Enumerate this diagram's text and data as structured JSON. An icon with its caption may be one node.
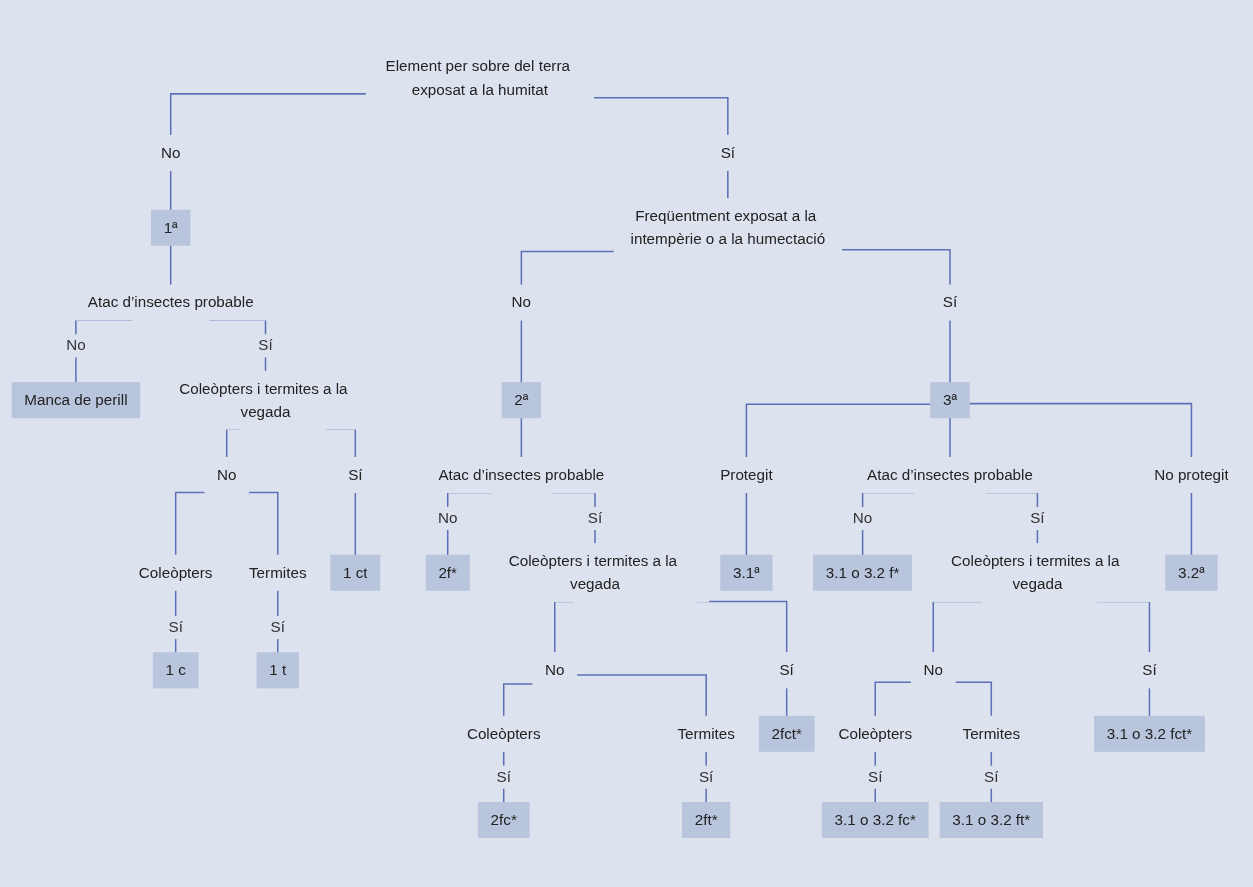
{
  "diagram": {
    "nodes": [
      {
        "text": [
          "Element per sobre del terra exposat a la humitat"
        ]
      },
      {
        "text": [
          "No"
        ]
      },
      {
        "text": [
          "Sí"
        ]
      },
      {
        "text": [
          "Freqüentment exposat a la intempèrie o a la humectació"
        ]
      },
      {
        "text": [
          "No"
        ]
      },
      {
        "text": [
          "Sí"
        ]
      },
      {
        "text": [
          "1ª"
        ]
      },
      {
        "text": [
          "2ª"
        ]
      },
      {
        "text": [
          "3ª"
        ]
      },
      {
        "text": [
          "Protegit"
        ]
      },
      {
        "text": [
          "No protegit"
        ]
      },
      {
        "text": [
          "3.1ª"
        ]
      },
      {
        "text": [
          "3.2ª"
        ]
      },
      {
        "text": [
          "Atac d’insectes probable"
        ]
      },
      {
        "text": [
          "Coleòpters i termites a la vegada"
        ]
      },
      {
        "text": [
          "No"
        ]
      },
      {
        "text": [
          "Sí"
        ]
      },
      {
        "text": [
          "Coleòpters"
        ]
      },
      {
        "text": [
          "Termites"
        ]
      },
      {
        "text": [
          "Atac d’insectes probable"
        ]
      },
      {
        "text": [
          "Coleòpters i termites a la vegada"
        ]
      },
      {
        "text": [
          "No"
        ]
      },
      {
        "text": [
          "Sí"
        ]
      },
      {
        "text": [
          "Coleòpters"
        ]
      },
      {
        "text": [
          "Termites"
        ]
      },
      {
        "text": [
          "Atac d’insectes probable"
        ]
      },
      {
        "text": [
          "Coleòpters i termites a la vegada"
        ]
      },
      {
        "text": [
          "No"
        ]
      },
      {
        "text": [
          "Sí"
        ]
      },
      {
        "text": [
          "Coleòpters"
        ]
      },
      {
        "text": [
          "Termites"
        ]
      },
      {
        "text": [
          "Manca de perill"
        ]
      },
      {
        "text": [
          "1 c"
        ]
      },
      {
        "text": [
          "1 t"
        ]
      },
      {
        "text": [
          "1 ct"
        ]
      },
      {
        "text": [
          "2f*"
        ]
      },
      {
        "text": [
          "2fc*"
        ]
      },
      {
        "text": [
          "2ft*"
        ]
      },
      {
        "text": [
          "2fct*"
        ]
      },
      {
        "text": [
          "3.1 o 3.2 f*"
        ]
      },
      {
        "text": [
          "3.1 o 3.2 fc*"
        ]
      },
      {
        "text": [
          "3.1 o 3.2 ft*"
        ]
      },
      {
        "text": [
          "3.1 o 3.2 fct*"
        ]
      }
    ],
    "edges": [
      {
        "from": 0,
        "to": 1,
        "arrow": "none"
      },
      {
        "from": 0,
        "to": 2,
        "arrow": "none"
      },
      {
        "from": 2,
        "to": 3,
        "arrow": "none"
      },
      {
        "from": 3,
        "to": 4,
        "arrow": "none"
      },
      {
        "from": 3,
        "to": 5,
        "arrow": "none"
      },
      {
        "from": 1,
        "to": 6,
        "arrow": "none"
      },
      {
        "from": 4,
        "to": 7,
        "arrow": "none"
      },
      {
        "from": 5,
        "to": 8,
        "arrow": "none"
      },
      {
        "from": 6,
        "to": 13,
        "arrow": "none"
      },
      {
        "from": 7,
        "to": 19,
        "arrow": "none"
      },
      {
        "from": 8,
        "to": 9,
        "arrow": "none"
      },
      {
        "from": 8,
        "to": 25,
        "arrow": "none"
      },
      {
        "from": 8,
        "to": 10,
        "arrow": "none"
      },
      {
        "from": 9,
        "to": 11,
        "arrow": "none"
      },
      {
        "from": 10,
        "to": 12,
        "arrow": "none"
      },
      {
        "from": 13,
        "to": 31,
        "label": "No",
        "arrow": "none"
      },
      {
        "from": 13,
        "to": 14,
        "label": "Sí",
        "arrow": "none"
      },
      {
        "from": 14,
        "to": 15,
        "arrow": "none"
      },
      {
        "from": 14,
        "to": 16,
        "arrow": "none"
      },
      {
        "from": 15,
        "to": 17,
        "arrow": "none"
      },
      {
        "from": 15,
        "to": 18,
        "arrow": "none"
      },
      {
        "from": 17,
        "to": 32,
        "label": "Sí",
        "arrow": "none"
      },
      {
        "from": 18,
        "to": 33,
        "label": "Sí",
        "arrow": "none"
      },
      {
        "from": 16,
        "to": 34,
        "arrow": "none"
      },
      {
        "from": 19,
        "to": 35,
        "label": "No",
        "arrow": "none"
      },
      {
        "from": 19,
        "to": 20,
        "label": "Sí",
        "arrow": "none"
      },
      {
        "from": 20,
        "to": 21,
        "arrow": "none"
      },
      {
        "from": 20,
        "to": 22,
        "arrow": "none"
      },
      {
        "from": 21,
        "to": 23,
        "arrow": "none"
      },
      {
        "from": 21,
        "to": 24,
        "arrow": "none"
      },
      {
        "from": 23,
        "to": 36,
        "label": "Sí",
        "arrow": "none"
      },
      {
        "from": 24,
        "to": 37,
        "label": "Sí",
        "arrow": "none"
      },
      {
        "from": 22,
        "to": 38,
        "arrow": "none"
      },
      {
        "from": 25,
        "to": 39,
        "label": "No",
        "arrow": "none"
      },
      {
        "from": 25,
        "to": 26,
        "label": "Sí",
        "arrow": "none"
      },
      {
        "from": 26,
        "to": 27,
        "arrow": "none"
      },
      {
        "from": 26,
        "to": 28,
        "arrow": "none"
      },
      {
        "from": 27,
        "to": 29,
        "arrow": "none"
      },
      {
        "from": 27,
        "to": 30,
        "arrow": "none"
      },
      {
        "from": 29,
        "to": 40,
        "label": "Sí",
        "arrow": "none"
      },
      {
        "from": 30,
        "to": 41,
        "label": "Sí",
        "arrow": "none"
      },
      {
        "from": 28,
        "to": 42,
        "arrow": "none"
      }
    ]
  }
}
